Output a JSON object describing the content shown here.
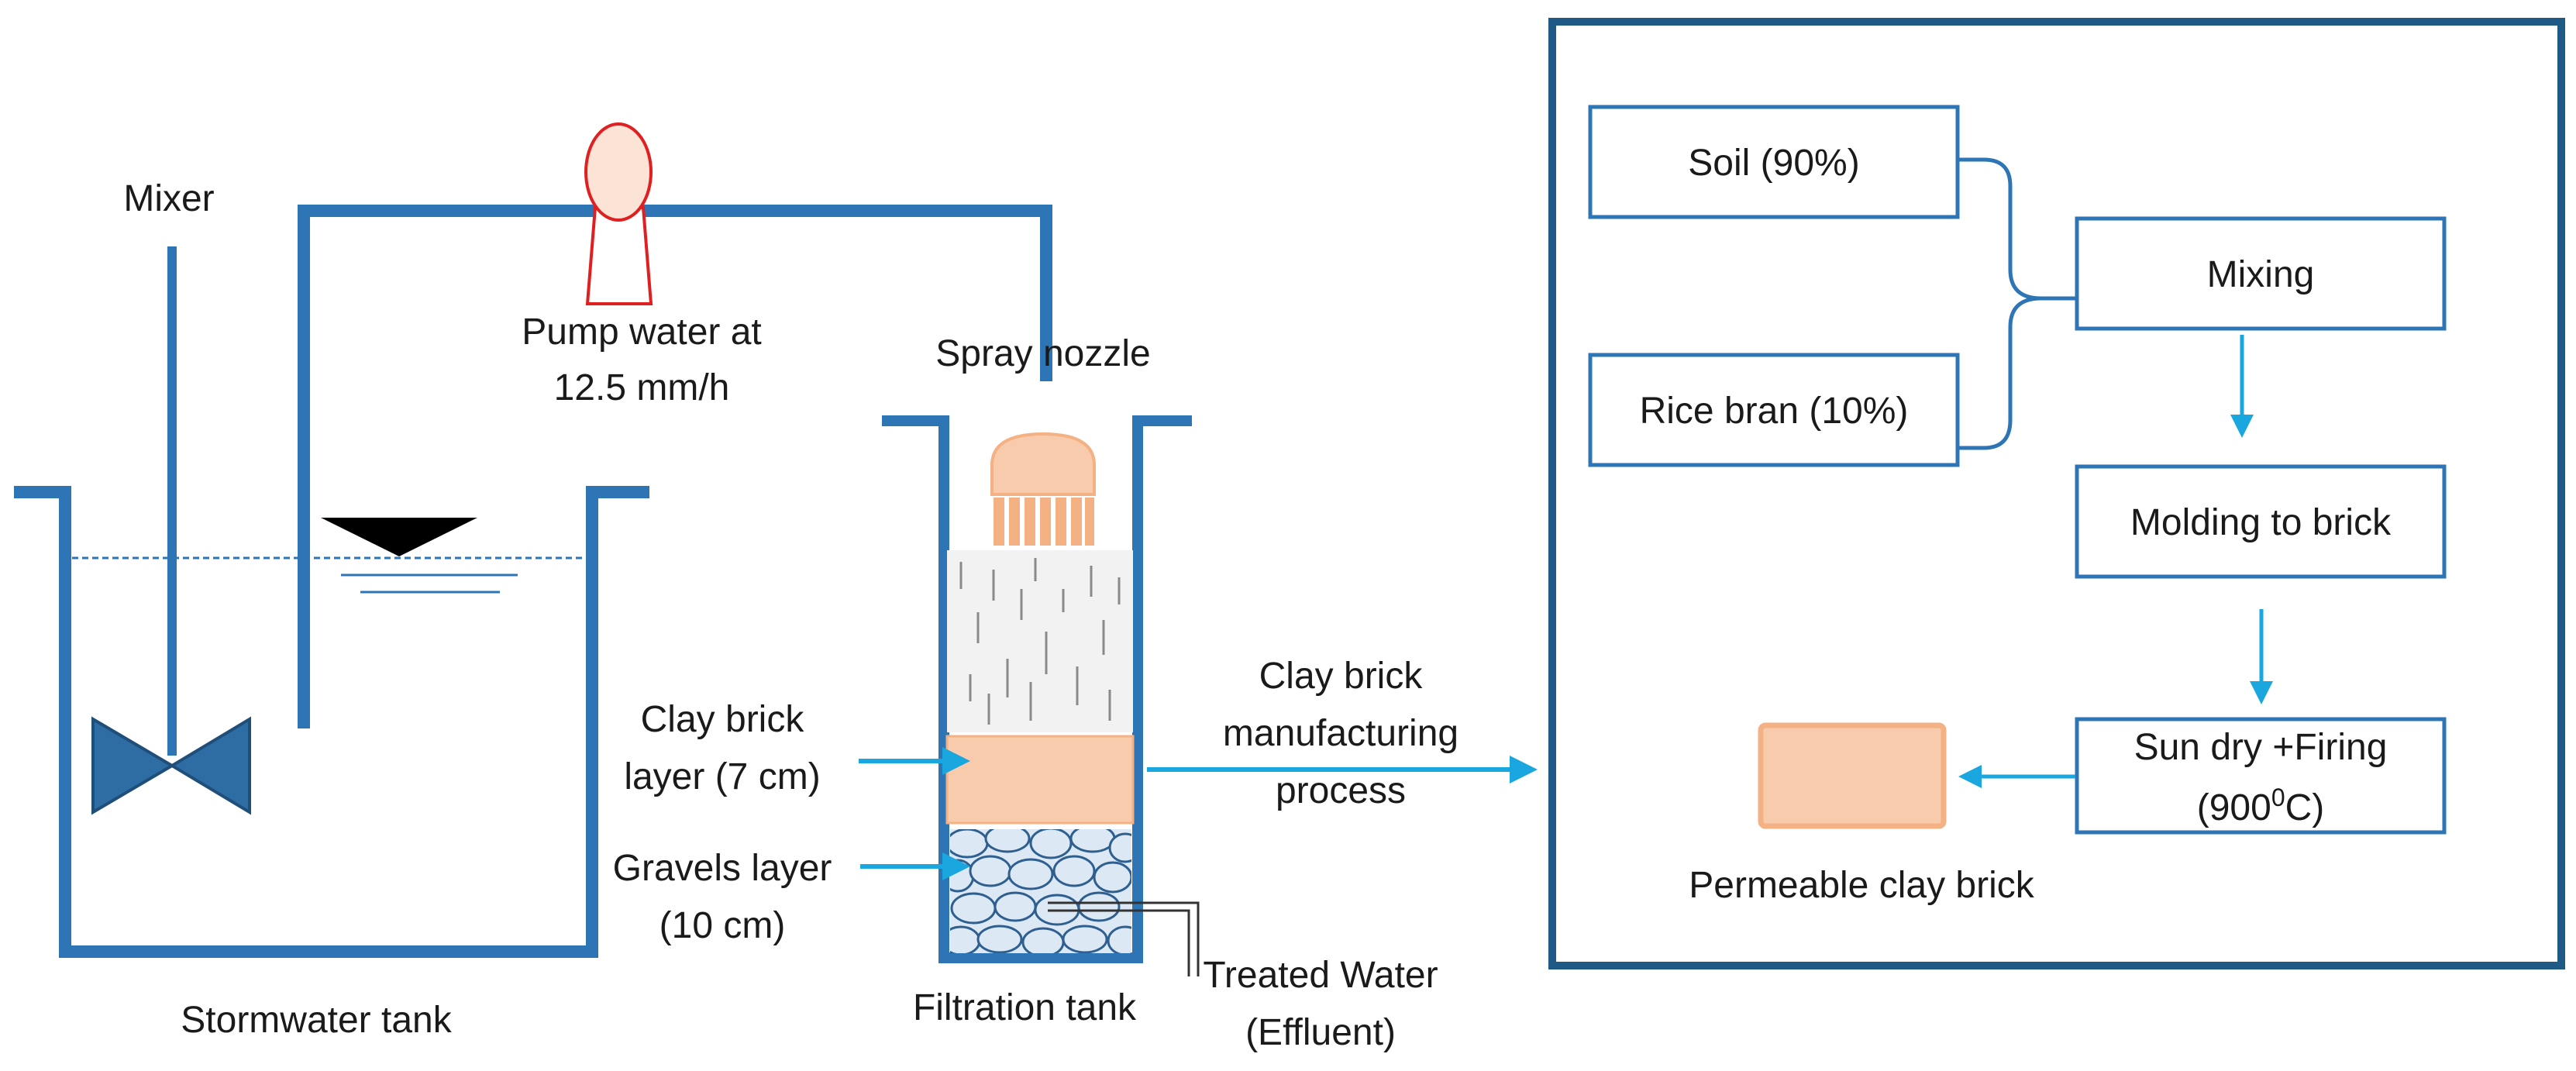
{
  "labels": {
    "mixer": "Mixer",
    "pump_line1": "Pump water at",
    "pump_line2": "12.5 mm/h",
    "spray_nozzle": "Spray nozzle",
    "clay_brick_layer_line1": "Clay brick",
    "clay_brick_layer_line2": "layer (7 cm)",
    "gravels_layer_line1": "Gravels layer",
    "gravels_layer_line2": "(10 cm)",
    "manufacturing_line1": "Clay brick",
    "manufacturing_line2": "manufacturing",
    "manufacturing_line3": "process",
    "stormwater_tank": "Stormwater tank",
    "filtration_tank": "Filtration tank",
    "treated_water_line1": "Treated Water",
    "treated_water_line2": "(Effluent)",
    "permeable_clay_brick": "Permeable  clay brick"
  },
  "process": {
    "soil": "Soil (90%)",
    "rice_bran": "Rice bran (10%)",
    "mixing": "Mixing",
    "molding": "Molding to brick",
    "sun_dry_line1": "Sun dry +Firing",
    "firing_temp": "900",
    "firing_degree": "0",
    "firing_unit": "C)",
    "firing_open": "("
  },
  "colors": {
    "tank_blue": "#2e75b6",
    "frame_blue": "#1f5a87",
    "arrow_cyan": "#1aa7e0",
    "pump_red": "#e02020",
    "pump_fill": "#fbe3d6",
    "brick_fill": "#f8cbad",
    "brick_stroke": "#f4b183",
    "impeller": "#2e6da4",
    "gravel_fill": "#dce9f5",
    "gravel_stroke": "#2e5f8f"
  }
}
